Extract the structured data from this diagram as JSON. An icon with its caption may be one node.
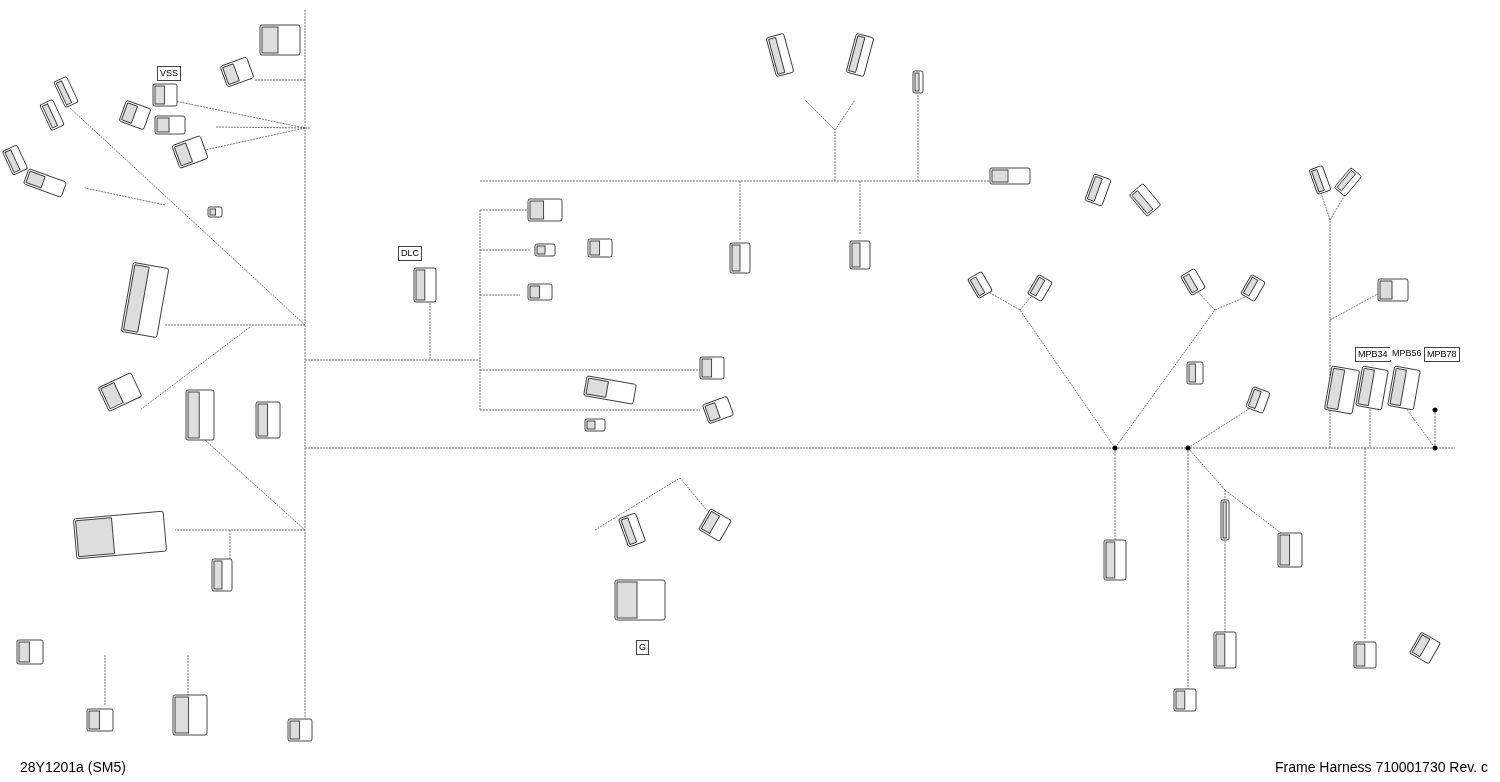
{
  "diagram": {
    "title": "Frame Harness 710001730 Rev. c",
    "caption": "28Y1201a (SM5)",
    "labels": [
      "VSS",
      "DLC",
      "G",
      "MPB34",
      "MPB56",
      "MPB78"
    ]
  }
}
